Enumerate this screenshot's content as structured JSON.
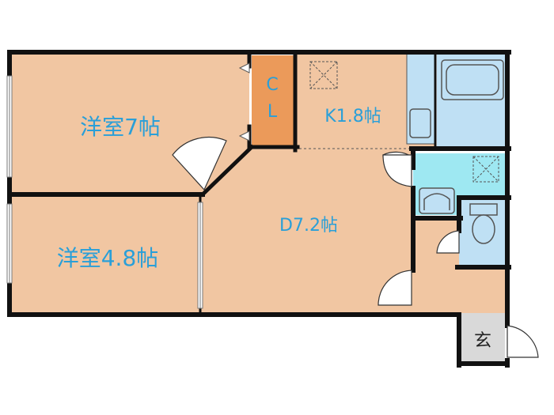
{
  "rooms": {
    "western_room_7": "洋室7帖",
    "western_room_4_8": "洋室4.8帖",
    "kitchen": "K1.8帖",
    "dining": "D7.2帖",
    "closet_top": "C",
    "closet_bottom": "L",
    "entrance": "玄"
  },
  "colors": {
    "room_fill": "#f1c6a2",
    "closet_fill": "#eb9a5a",
    "wet_fill": "#bfe0f4",
    "washroom_fill": "#9ee8f2",
    "entrance_fill": "#d9d9d9",
    "wall": "#111111",
    "label": "#2a9fd8"
  }
}
